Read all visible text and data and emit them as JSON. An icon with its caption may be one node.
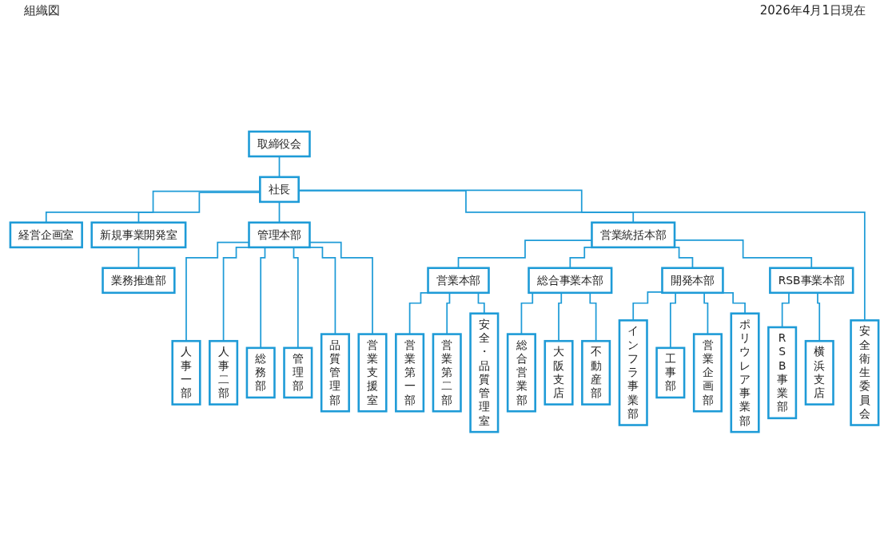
{
  "diagram": {
    "title": "組織図",
    "nodes": [
      {
        "text": [
          "取締役会"
        ]
      },
      {
        "text": [
          "社長"
        ]
      },
      {
        "text": [
          "経営企画室"
        ]
      },
      {
        "text": [
          "新規事業開発室"
        ]
      },
      {
        "text": [
          "業務推進部"
        ]
      },
      {
        "text": [
          "管理本部"
        ]
      },
      {
        "text": [
          "営業統括本部"
        ]
      },
      {
        "text": [
          "安全衛生委員会"
        ]
      },
      {
        "text": [
          "営業本部"
        ]
      },
      {
        "text": [
          "総合事業本部"
        ]
      },
      {
        "text": [
          "開発本部"
        ]
      },
      {
        "text": [
          "RSB事業本部"
        ]
      },
      {
        "text": [
          "人事一部"
        ]
      },
      {
        "text": [
          "人事二部"
        ]
      },
      {
        "text": [
          "総務部"
        ]
      },
      {
        "text": [
          "管理部"
        ]
      },
      {
        "text": [
          "品質管理部"
        ]
      },
      {
        "text": [
          "営業支援室"
        ]
      },
      {
        "text": [
          "営業第一部"
        ]
      },
      {
        "text": [
          "営業第二部"
        ]
      },
      {
        "text": [
          "安全・品質管理室"
        ]
      },
      {
        "text": [
          "総合営業部"
        ]
      },
      {
        "text": [
          "大阪支店"
        ]
      },
      {
        "text": [
          "不動産部"
        ]
      },
      {
        "text": [
          "インフラ事業部"
        ]
      },
      {
        "text": [
          "工事部"
        ]
      },
      {
        "text": [
          "営業企画部"
        ]
      },
      {
        "text": [
          "ポリウレア事業部"
        ]
      },
      {
        "text": [
          "RSB事業部"
        ]
      },
      {
        "text": [
          "横浜支店"
        ]
      }
    ],
    "edges": [
      {
        "from": 0,
        "to": 1,
        "arrow": "none"
      },
      {
        "from": 1,
        "to": 2,
        "arrow": "none"
      },
      {
        "from": 1,
        "to": 3,
        "arrow": "none"
      },
      {
        "from": 3,
        "to": 4,
        "arrow": "none"
      },
      {
        "from": 1,
        "to": 5,
        "arrow": "none"
      },
      {
        "from": 1,
        "to": 6,
        "arrow": "none"
      },
      {
        "from": 1,
        "to": 7,
        "arrow": "none"
      },
      {
        "from": 6,
        "to": 8,
        "arrow": "none"
      },
      {
        "from": 6,
        "to": 9,
        "arrow": "none"
      },
      {
        "from": 6,
        "to": 10,
        "arrow": "none"
      },
      {
        "from": 6,
        "to": 11,
        "arrow": "none"
      },
      {
        "from": 5,
        "to": 12,
        "arrow": "none"
      },
      {
        "from": 5,
        "to": 13,
        "arrow": "none"
      },
      {
        "from": 5,
        "to": 14,
        "arrow": "none"
      },
      {
        "from": 5,
        "to": 15,
        "arrow": "none"
      },
      {
        "from": 5,
        "to": 16,
        "arrow": "none"
      },
      {
        "from": 5,
        "to": 17,
        "arrow": "none"
      },
      {
        "from": 8,
        "to": 18,
        "arrow": "none"
      },
      {
        "from": 8,
        "to": 19,
        "arrow": "none"
      },
      {
        "from": 8,
        "to": 20,
        "arrow": "none"
      },
      {
        "from": 9,
        "to": 21,
        "arrow": "none"
      },
      {
        "from": 9,
        "to": 22,
        "arrow": "none"
      },
      {
        "from": 9,
        "to": 23,
        "arrow": "none"
      },
      {
        "from": 10,
        "to": 24,
        "arrow": "none"
      },
      {
        "from": 10,
        "to": 25,
        "arrow": "none"
      },
      {
        "from": 10,
        "to": 26,
        "arrow": "none"
      },
      {
        "from": 10,
        "to": 27,
        "arrow": "none"
      },
      {
        "from": 11,
        "to": 28,
        "arrow": "none"
      },
      {
        "from": 11,
        "to": 29,
        "arrow": "none"
      }
    ],
    "labels": [
      "2026年4月1日現在"
    ]
  }
}
